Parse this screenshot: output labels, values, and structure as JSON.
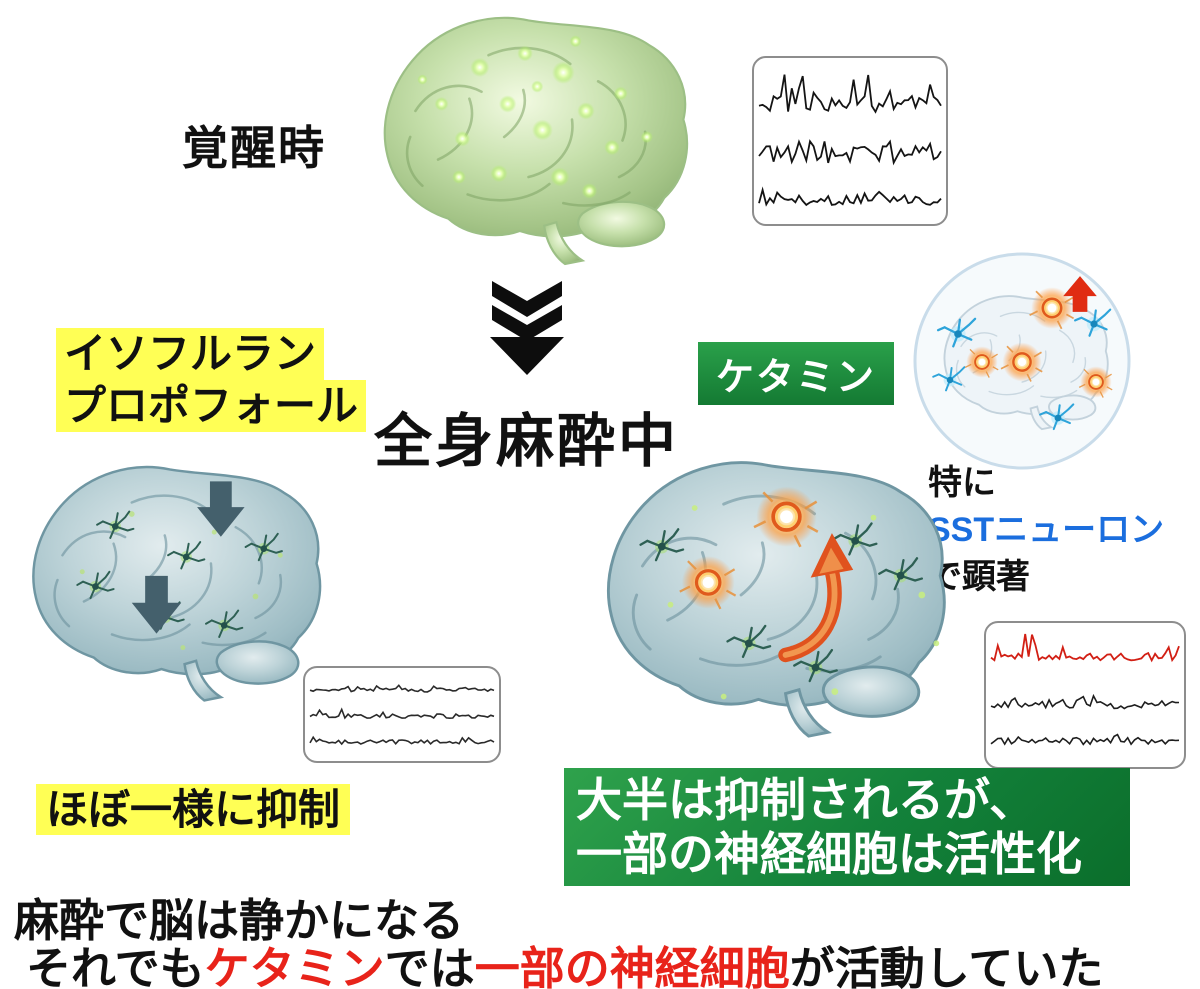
{
  "awake": {
    "label": "覚醒時"
  },
  "center": {
    "anesthesia_label": "全身麻酔中"
  },
  "left_drug": {
    "line1": "イソフルラン",
    "line2": "プロポフォール"
  },
  "right_drug": {
    "label": "ケタミン"
  },
  "sst_note": {
    "line1": "特に",
    "line2": "SSTニューロン",
    "line3": "で顕著"
  },
  "left_result": {
    "label": "ほぼ一様に抑制"
  },
  "right_result": {
    "line1": "大半は抑制されるが、",
    "line2": "一部の神経細胞は活性化"
  },
  "caption": {
    "line1": "麻酔で脳は静かになる",
    "line2": [
      {
        "text": "それでも",
        "color": "#111111"
      },
      {
        "text": "ケタミン",
        "color": "#e8231a"
      },
      {
        "text": "では",
        "color": "#111111"
      },
      {
        "text": "一部の神経細胞",
        "color": "#e8231a"
      },
      {
        "text": "が活動していた",
        "color": "#111111"
      }
    ]
  },
  "icons": {
    "triple_down_arrow": "solid black chevrons pointing down",
    "down_block_arrow": "dark slate block arrow pointing down",
    "curved_up_arrow": "orange curved arrow pointing up",
    "small_up_arrow": "red block arrow pointing up",
    "glowing_neuron": "orange glowing active neuron",
    "inhibited_neuron": "dark teal star neuron",
    "sst_neuron": "cyan star neuron"
  },
  "colors": {
    "highlight_yellow": "#ffff55",
    "ketamine_green": "#1e9440",
    "result_green_light": "#2fa24c",
    "result_green_dark": "#0b6e2b",
    "sst_blue": "#1b6ede",
    "caption_red": "#e8231a",
    "awake_eeg_trace": "#141414",
    "active_eeg_trace": "#d21f14"
  }
}
